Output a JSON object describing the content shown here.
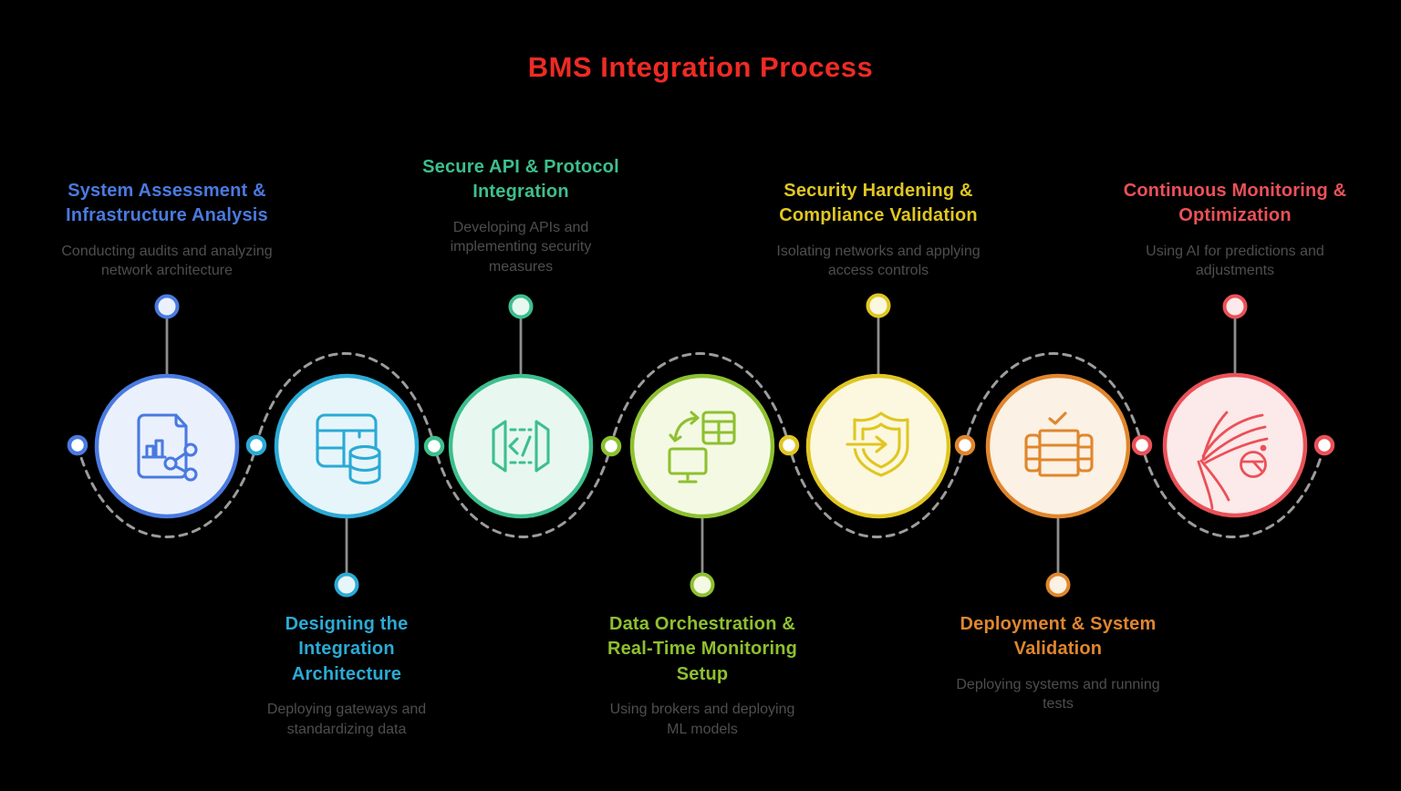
{
  "title": {
    "text": "BMS Integration Process",
    "color": "#EE2B24"
  },
  "background_color": "#000000",
  "description_color": "#4E4E4E",
  "connector": {
    "stem_color": "#8E8E8E",
    "dash_color": "#9C9C9C",
    "dot_fill": "#FFFFFF"
  },
  "nodes": [
    {
      "step": 1,
      "position": "top",
      "title": "System Assessment & Infrastructure Analysis",
      "description": "Conducting audits and analyzing network architecture",
      "color": "#4A7AE0",
      "fill": "#EAF1FD",
      "icon": "document-analytics-share-icon"
    },
    {
      "step": 2,
      "position": "bottom",
      "title": "Designing the Integration Architecture",
      "description": "Deploying gateways and standardizing data",
      "color": "#2BAAD5",
      "fill": "#E6F5FA",
      "icon": "table-database-icon"
    },
    {
      "step": 3,
      "position": "top",
      "title": "Secure API & Protocol Integration",
      "description": "Developing APIs and implementing security measures",
      "color": "#3DBF8D",
      "fill": "#E8F8F0",
      "icon": "api-code-icon"
    },
    {
      "step": 4,
      "position": "bottom",
      "title": "Data Orchestration & Real-Time Monitoring Setup",
      "description": "Using brokers and deploying ML models",
      "color": "#8EC02F",
      "fill": "#F4F9E3",
      "icon": "monitor-sync-table-icon"
    },
    {
      "step": 5,
      "position": "top",
      "title": "Security Hardening & Compliance Validation",
      "description": "Isolating networks and applying access controls",
      "color": "#E0C622",
      "fill": "#FCF8DF",
      "icon": "shield-arrow-icon"
    },
    {
      "step": 6,
      "position": "bottom",
      "title": "Deployment & System Validation",
      "description": "Deploying systems and running tests",
      "color": "#E0862D",
      "fill": "#FBF1E4",
      "icon": "server-check-icon"
    },
    {
      "step": 7,
      "position": "top",
      "title": "Continuous Monitoring & Optimization",
      "description": "Using AI for predictions and adjustments",
      "color": "#EA5158",
      "fill": "#FCE9E9",
      "icon": "airflow-clock-icon"
    }
  ],
  "dots": [
    {
      "color": "#4A7AE0"
    },
    {
      "color": "#2BAAD5"
    },
    {
      "color": "#3DBF8D"
    },
    {
      "color": "#8EC02F"
    },
    {
      "color": "#E0C622"
    },
    {
      "color": "#E0862D"
    },
    {
      "color": "#EA5158"
    },
    {
      "color": "#EA5158"
    }
  ]
}
